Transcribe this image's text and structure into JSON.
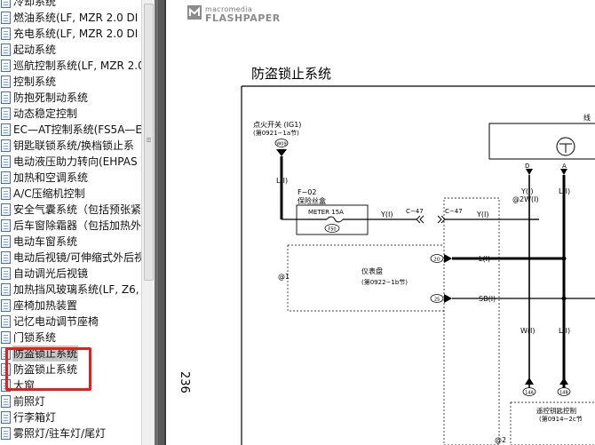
{
  "tree": {
    "items": [
      {
        "label": "冷却系统",
        "selected": false
      },
      {
        "label": "燃油系统(LF, MZR 2.0 DI",
        "selected": false
      },
      {
        "label": "充电系统(LF, MZR 2.0 DI",
        "selected": false
      },
      {
        "label": "起动系统",
        "selected": false
      },
      {
        "label": "巡航控制系统(LF, MZR 2.0",
        "selected": false
      },
      {
        "label": "控制系统",
        "selected": false
      },
      {
        "label": "防抱死制动系统",
        "selected": false
      },
      {
        "label": "动态稳定控制",
        "selected": false
      },
      {
        "label": "EC—AT控制系统(FS5A—E",
        "selected": false
      },
      {
        "label": "钥匙联锁系统/换档锁止系",
        "selected": false
      },
      {
        "label": "电动液压助力转向(EHPAS",
        "selected": false
      },
      {
        "label": "加热和空调系统",
        "selected": false
      },
      {
        "label": "A/C压缩机控制",
        "selected": false
      },
      {
        "label": "安全气囊系统（包括预张紧",
        "selected": false
      },
      {
        "label": "后车窗除霜器（包括加热外",
        "selected": false
      },
      {
        "label": "电动车窗系统",
        "selected": false
      },
      {
        "label": "电动后视镜/可伸缩式外后视",
        "selected": false
      },
      {
        "label": "自动调光后视镜",
        "selected": false
      },
      {
        "label": "加热挡风玻璃系统(LF, Z6,",
        "selected": false
      },
      {
        "label": "座椅加热装置",
        "selected": false
      },
      {
        "label": "记忆电动调节座椅",
        "selected": false
      },
      {
        "label": "门锁系统",
        "selected": false
      },
      {
        "label": "防盗锁止系统",
        "selected": true
      },
      {
        "label": "防盗锁止系统",
        "selected": false
      },
      {
        "label": "大窗",
        "selected": false
      },
      {
        "label": "前照灯",
        "selected": false
      },
      {
        "label": "行李箱灯",
        "selected": false
      },
      {
        "label": "雾照灯/驻车灯/尾灯",
        "selected": false
      }
    ]
  },
  "viewer": {
    "logo_top": "macromedia",
    "logo_bottom": "FLASHPAPER",
    "doc_title": "防盗锁止系统",
    "page_number": "236",
    "diagram": {
      "ign_switch": "点火开关 (IG1)",
      "ign_ref": "(第0921−1a节)",
      "ign_node": "W09",
      "wire_l1": "L(I)",
      "fuse_box_id": "F−02",
      "fuse_box_name": "保险丝盒",
      "fuse_label": "METER 15A",
      "fuse_node": "F50",
      "wire_y1": "Y(I)",
      "conn_c47a": "C−47",
      "conn_c47b": "C−47",
      "wire_y2": "Y(I)",
      "wire_y3": "Y(I)",
      "wire_2w": "@2W(I)",
      "wire_l2": "L(I)",
      "pin_d": "D",
      "pin_a": "A",
      "coil_label": "线",
      "ground_1": "@1",
      "panel_name": "仪表盘",
      "panel_ref": "(第0922−1b节)",
      "node_a": "2O",
      "node_b": "2S",
      "wire_l3": "L(I)",
      "wire_sb": "SB(I)",
      "wire_w": "W(I)",
      "wire_l4": "L(I)",
      "node_c": "14A",
      "node_d": "14B",
      "keyless_name": "遥控钥匙控制",
      "keyless_ref": "(第0914−2c节",
      "ground_2": "@2"
    }
  }
}
